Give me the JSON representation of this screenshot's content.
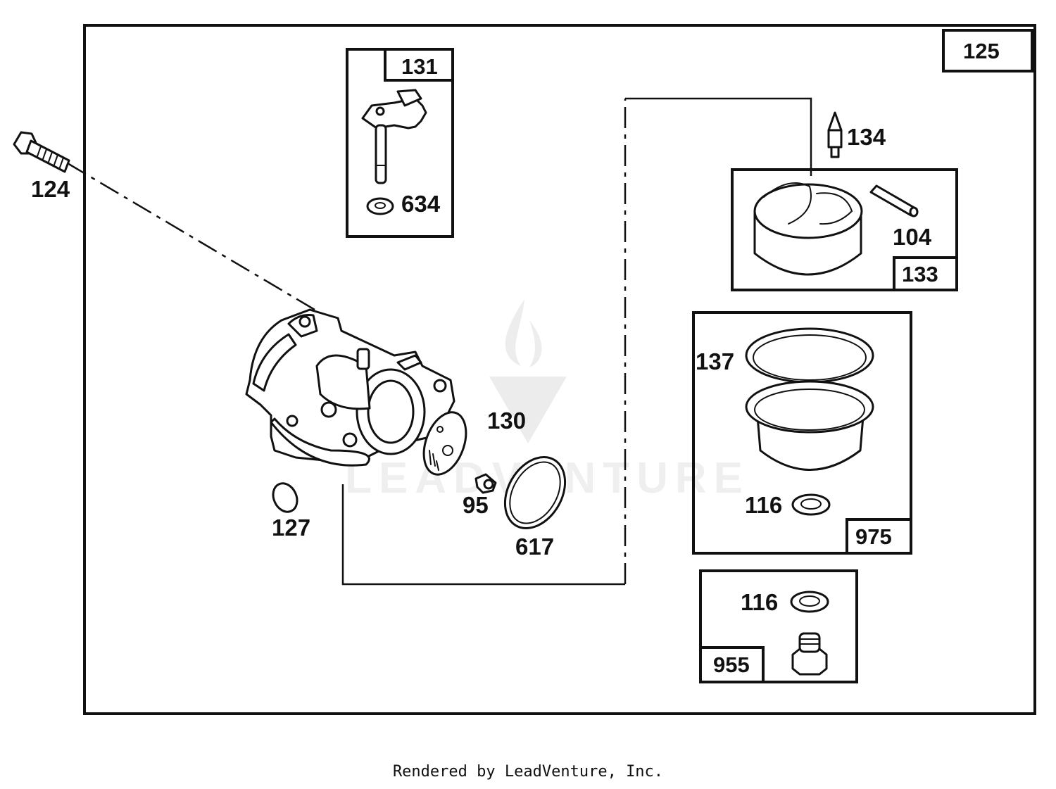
{
  "diagram": {
    "main_box_label": "125",
    "watermark": "LEADVENTURE",
    "parts": {
      "bolt": "124",
      "float_needle": "131",
      "washer_634": "634",
      "inlet_needle": "134",
      "pin": "104",
      "float_box": "133",
      "gasket_130": "130",
      "screw": "95",
      "o_ring": "617",
      "welch_plug": "127",
      "bowl_seal": "137",
      "washer_116_a": "116",
      "bowl_box": "975",
      "washer_116_b": "116",
      "drain_box": "955"
    }
  },
  "footer": {
    "text": "Rendered by LeadVenture, Inc."
  }
}
